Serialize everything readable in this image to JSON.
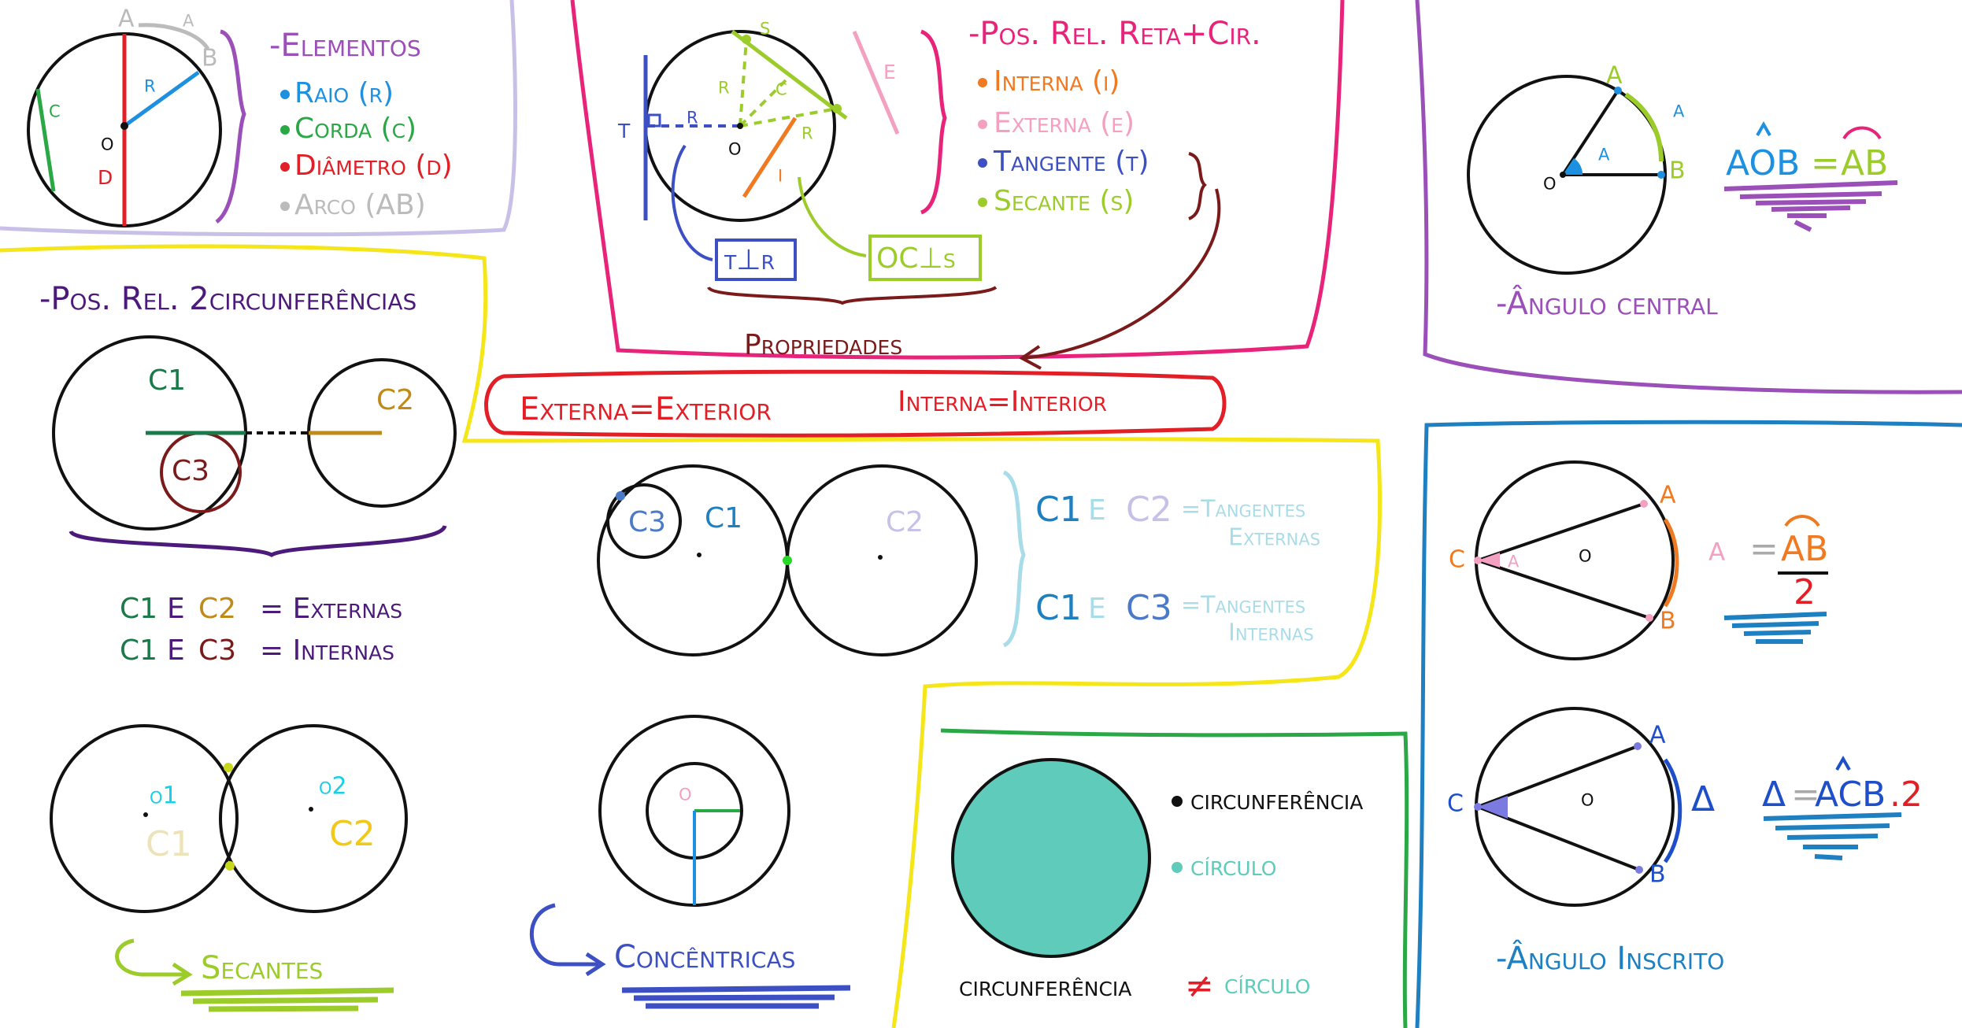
{
  "colors": {
    "lavender": "#c9c0e8",
    "yellow": "#f5e61a",
    "magenta": "#e8237a",
    "purple": "#9b4fb8",
    "blue": "#1e7fc1",
    "green": "#29a845",
    "red": "#e21f26",
    "orange": "#f07a22",
    "pink": "#f4a0c0",
    "navy": "#3c4fc3",
    "lime": "#9ccc2a",
    "teal": "#5ecbbb",
    "darkred": "#7b1a1a",
    "gray": "#bbbbbb",
    "darkpurple": "#4b1a7a"
  },
  "elementos": {
    "title": "-Elementos",
    "items": [
      {
        "text": "Raio (r)",
        "color": "#1e90e0"
      },
      {
        "text": "Corda (c)",
        "color": "#29a845"
      },
      {
        "text": "Diâmetro (d)",
        "color": "#e21f26"
      },
      {
        "text": "Arco (AB)",
        "color": "#bbbbbb"
      }
    ],
    "labels": {
      "A": "A",
      "B": "B",
      "alpha": "α",
      "r": "r",
      "c": "c",
      "d": "d",
      "o": "o"
    }
  },
  "pos_reta": {
    "title": "-Pos. Rel. Reta+Cir.",
    "items": [
      {
        "text": "Interna (i)",
        "color": "#f07a22"
      },
      {
        "text": "Externa (e)",
        "color": "#f4a0c0"
      },
      {
        "text": "Tangente (t)",
        "color": "#3c4fc3"
      },
      {
        "text": "Secante (s)",
        "color": "#9ccc2a"
      }
    ],
    "labels": {
      "s": "s",
      "e": "e",
      "t": "t",
      "r": "r",
      "c": "c",
      "i": "i",
      "o": "o"
    },
    "box1": "t⊥r",
    "box2": "OC⊥s",
    "propriedades": "Propriedades"
  },
  "angulo_central": {
    "title": "-Ângulo central",
    "labels": {
      "A": "A",
      "B": "B",
      "alpha": "α",
      "o": "o"
    },
    "formula_left": "AOB",
    "formula_eq": "=",
    "formula_right": "AB"
  },
  "pos_circ": {
    "title": "-Pos. Rel. 2circunferências",
    "c1": "C1",
    "c2": "C2",
    "c3": "C3",
    "line1_a": "C1",
    "line1_e": "E",
    "line1_b": "C2",
    "line1_r": "= Externas",
    "line2_a": "C1",
    "line2_e": "E",
    "line2_b": "C3",
    "line2_r": "= Internas"
  },
  "externa_box": {
    "left": "Externa=Exterior",
    "right": "Interna=Interior"
  },
  "tangentes": {
    "c1": "C1",
    "c2": "C2",
    "c3": "C3",
    "row1_a": "C1",
    "row1_e": "E",
    "row1_b": "C2",
    "row1_r1": "=Tangentes",
    "row1_r2": "Externas",
    "row2_a": "C1",
    "row2_e": "E",
    "row2_b": "C3",
    "row2_r1": "=Tangentes",
    "row2_r2": "Internas"
  },
  "angulo_inscrito": {
    "labels1": {
      "A": "A",
      "B": "B",
      "C": "C",
      "alpha": "α",
      "o": "o"
    },
    "formula1_lhs": "α",
    "formula1_eq": "=",
    "formula1_num": "AB",
    "formula1_den": "2",
    "labels2": {
      "A": "A",
      "B": "B",
      "C": "C",
      "delta": "Δ",
      "o": "o"
    },
    "formula2_lhs": "Δ",
    "formula2_eq": "=",
    "formula2_rhs": "ACB",
    "formula2_times": ".2",
    "title": "-Ângulo Inscrito"
  },
  "secantes": {
    "o1": "o1",
    "o2": "o2",
    "c1": "C1",
    "c2": "C2",
    "label": "Secantes"
  },
  "concentricas": {
    "o": "o",
    "label": "Concêntricas"
  },
  "circulo": {
    "item1": "circunferência",
    "item2": "círculo",
    "bottom_left": "circunferência",
    "bottom_neq": "≠",
    "bottom_right": "círculo"
  }
}
